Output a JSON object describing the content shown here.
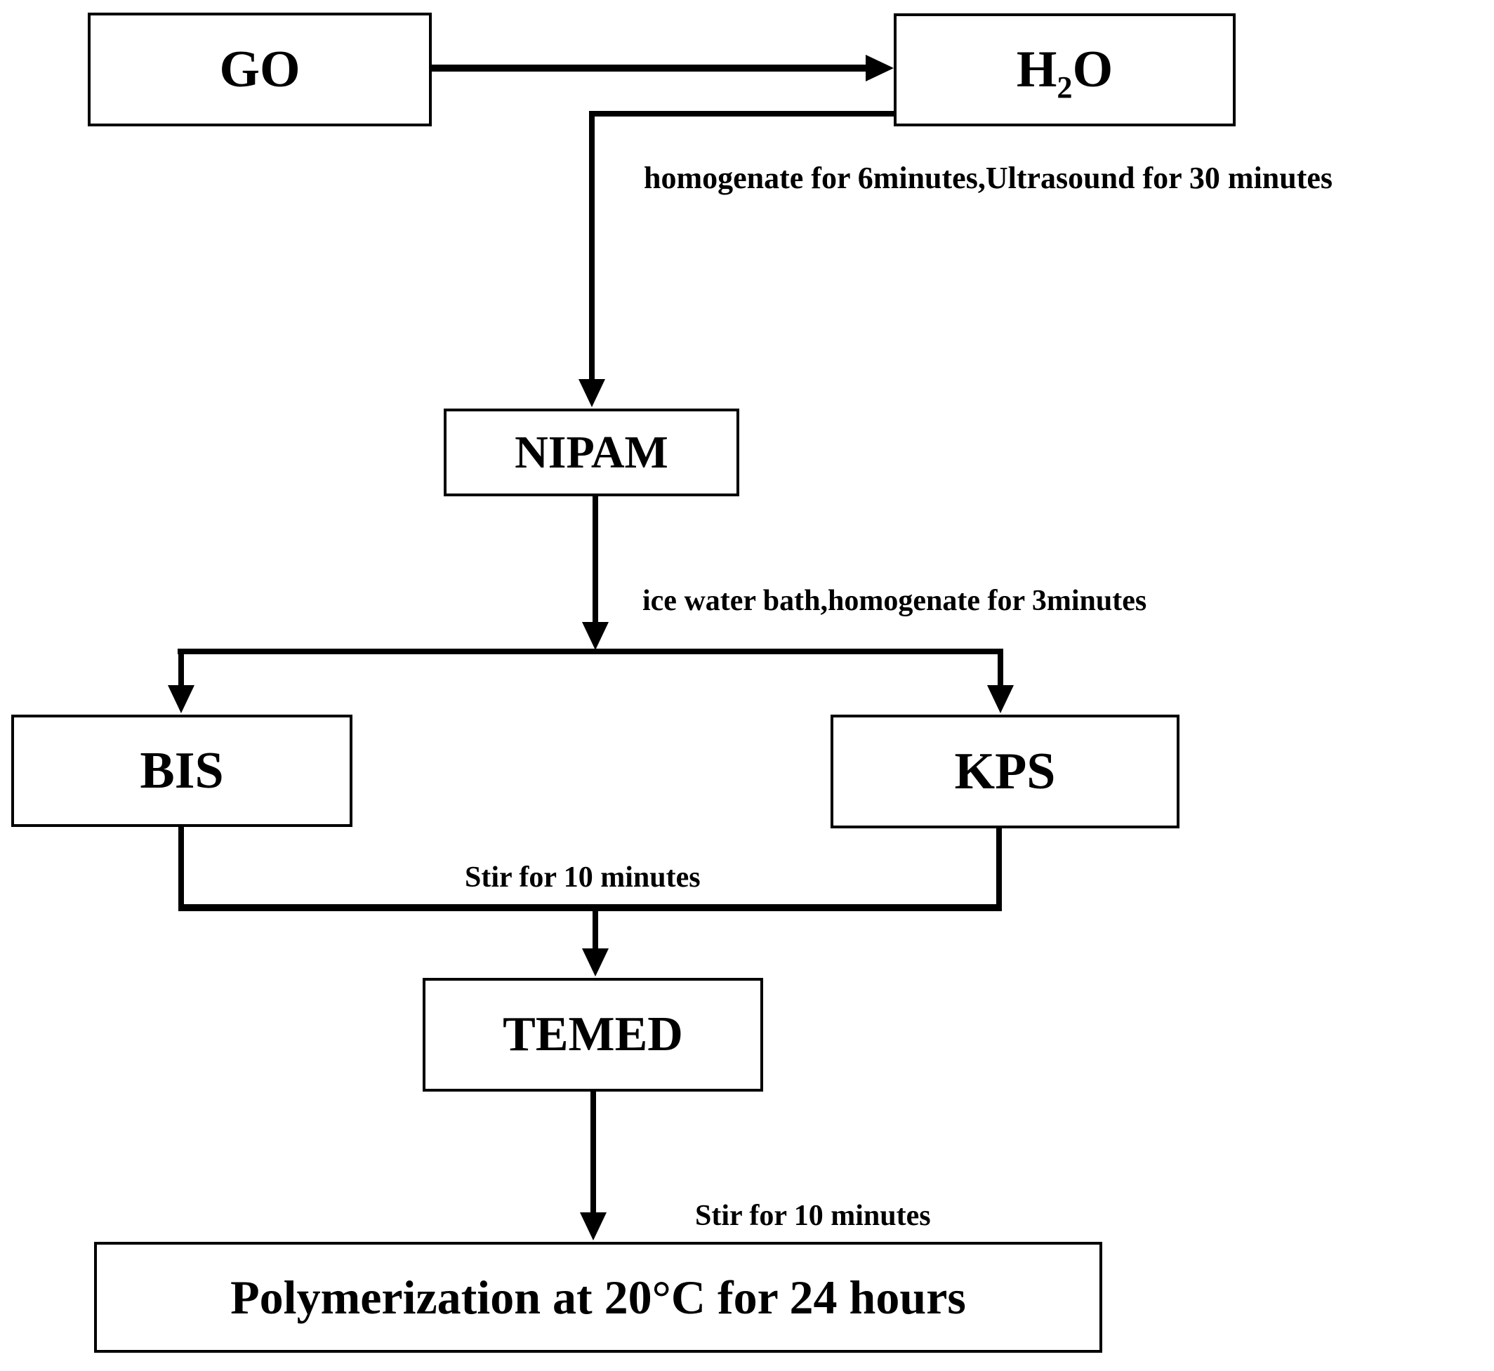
{
  "diagram": {
    "type": "flowchart",
    "colors": {
      "background": "#ffffff",
      "line": "#000000",
      "box_border": "#000000",
      "text": "#000000"
    },
    "nodes": {
      "go": {
        "label": "GO"
      },
      "h2o": {
        "pre": "H",
        "sub": "2",
        "post": "O",
        "full": "H2O"
      },
      "nipam": {
        "label": "NIPAM"
      },
      "bis": {
        "label": "BIS"
      },
      "kps": {
        "label": "KPS"
      },
      "temed": {
        "label": "TEMED"
      },
      "polymerization": {
        "label": "Polymerization at 20°C for 24 hours"
      }
    },
    "edge_labels": {
      "homogenate": "homogenate for 6minutes,Ultrasound for 30 minutes",
      "ice_water": "ice water bath,homogenate for 3minutes",
      "stir_1": "Stir for 10 minutes",
      "stir_2": "Stir for 10 minutes"
    }
  }
}
